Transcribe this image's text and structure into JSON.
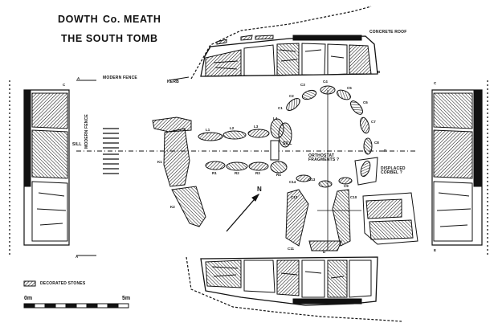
{
  "title": {
    "line1_a": "DOWTH",
    "line1_b": "Co. MEATH",
    "line2": "THE SOUTH TOMB"
  },
  "labels": {
    "concrete_roof": "CONCRETE ROOF",
    "modern_fence": "MODERN FENCE",
    "kerb": "KERB",
    "sill_left": "SILL",
    "sill_right": "SILL",
    "modern_fence_vertical": "MODERN FENCE",
    "orthostat_fragments": "ORTHOSTAT FRAGMENTS ?",
    "displaced_corbel": "DISPLACED CORBEL ?",
    "north_arrow": "N",
    "decorated_stones": "DECORATED STONES",
    "scale_start": "0m",
    "scale_end": "5m"
  },
  "stones": {
    "L1": "L1",
    "L2": "L2",
    "L3": "L3",
    "L4": "L4",
    "R1": "R1",
    "R2": "R2",
    "R3": "R3",
    "R4": "R4",
    "K1": "K1",
    "K2": "K2",
    "C1": "C1",
    "C2": "C2",
    "C3": "C3",
    "C4": "C4",
    "C5": "C5",
    "C6": "C6",
    "C7": "C7",
    "C8": "C8",
    "C9": "C9",
    "C10": "C10",
    "C11": "C11",
    "C12": "C12",
    "C13": "C13",
    "C14": "C14"
  },
  "section_marks": {
    "A_top": "A",
    "A_bottom": "A",
    "B_top": "B",
    "B_right": "B",
    "C_top": "C",
    "C_right": "C",
    "D_bottom": "D",
    "E_right": "E"
  },
  "colors": {
    "ink": "#111111",
    "paper": "#ffffff"
  }
}
